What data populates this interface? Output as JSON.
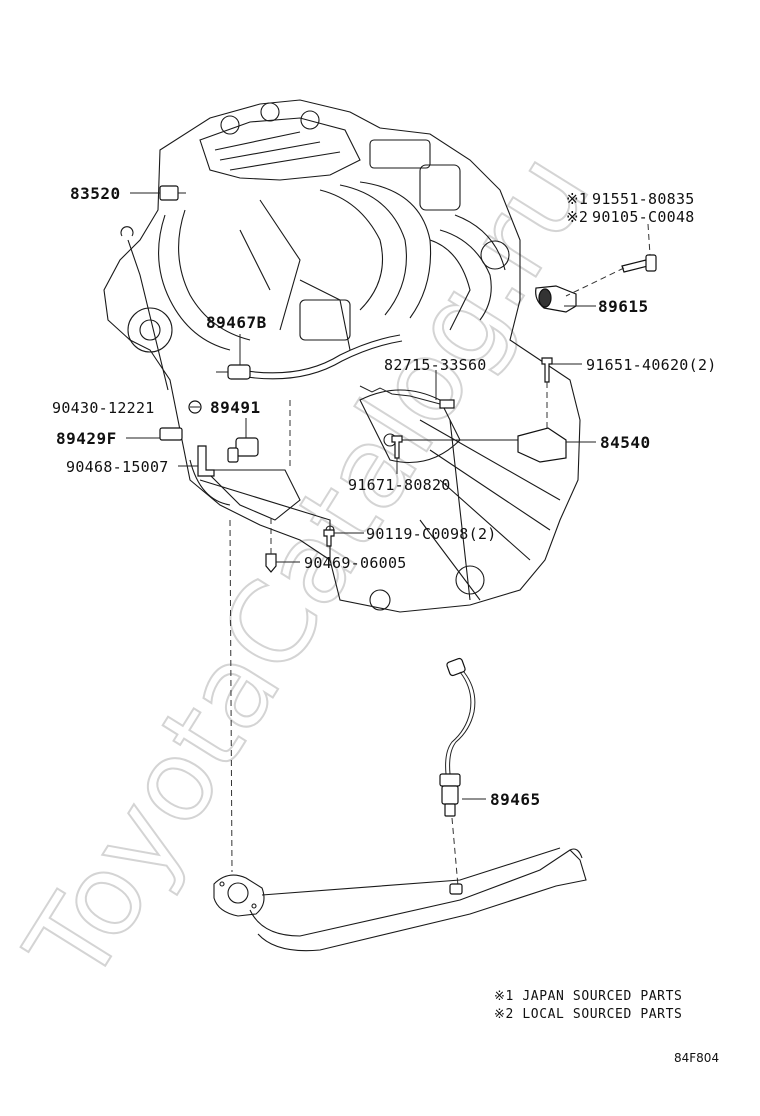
{
  "watermark": "ToyotaCatalog.ru",
  "parts": {
    "p83520": "83520",
    "p91551_prefix": "※1",
    "p91551": "91551-80835",
    "p90105_prefix": "※2",
    "p90105": "90105-C0048",
    "p89615": "89615",
    "p89467B": "89467B",
    "p82715": "82715-33S60",
    "p91651": "91651-40620(2)",
    "p90430": "90430-12221",
    "p89491": "89491",
    "p89429F": "89429F",
    "p84540": "84540",
    "p90468": "90468-15007",
    "p91671": "91671-80820",
    "p90119": "90119-C0098(2)",
    "p90469": "90469-06005",
    "p89465": "89465"
  },
  "notes": {
    "n1": "※1 JAPAN SOURCED PARTS",
    "n2": "※2 LOCAL SOURCED PARTS"
  },
  "diagram_code": "84F804"
}
